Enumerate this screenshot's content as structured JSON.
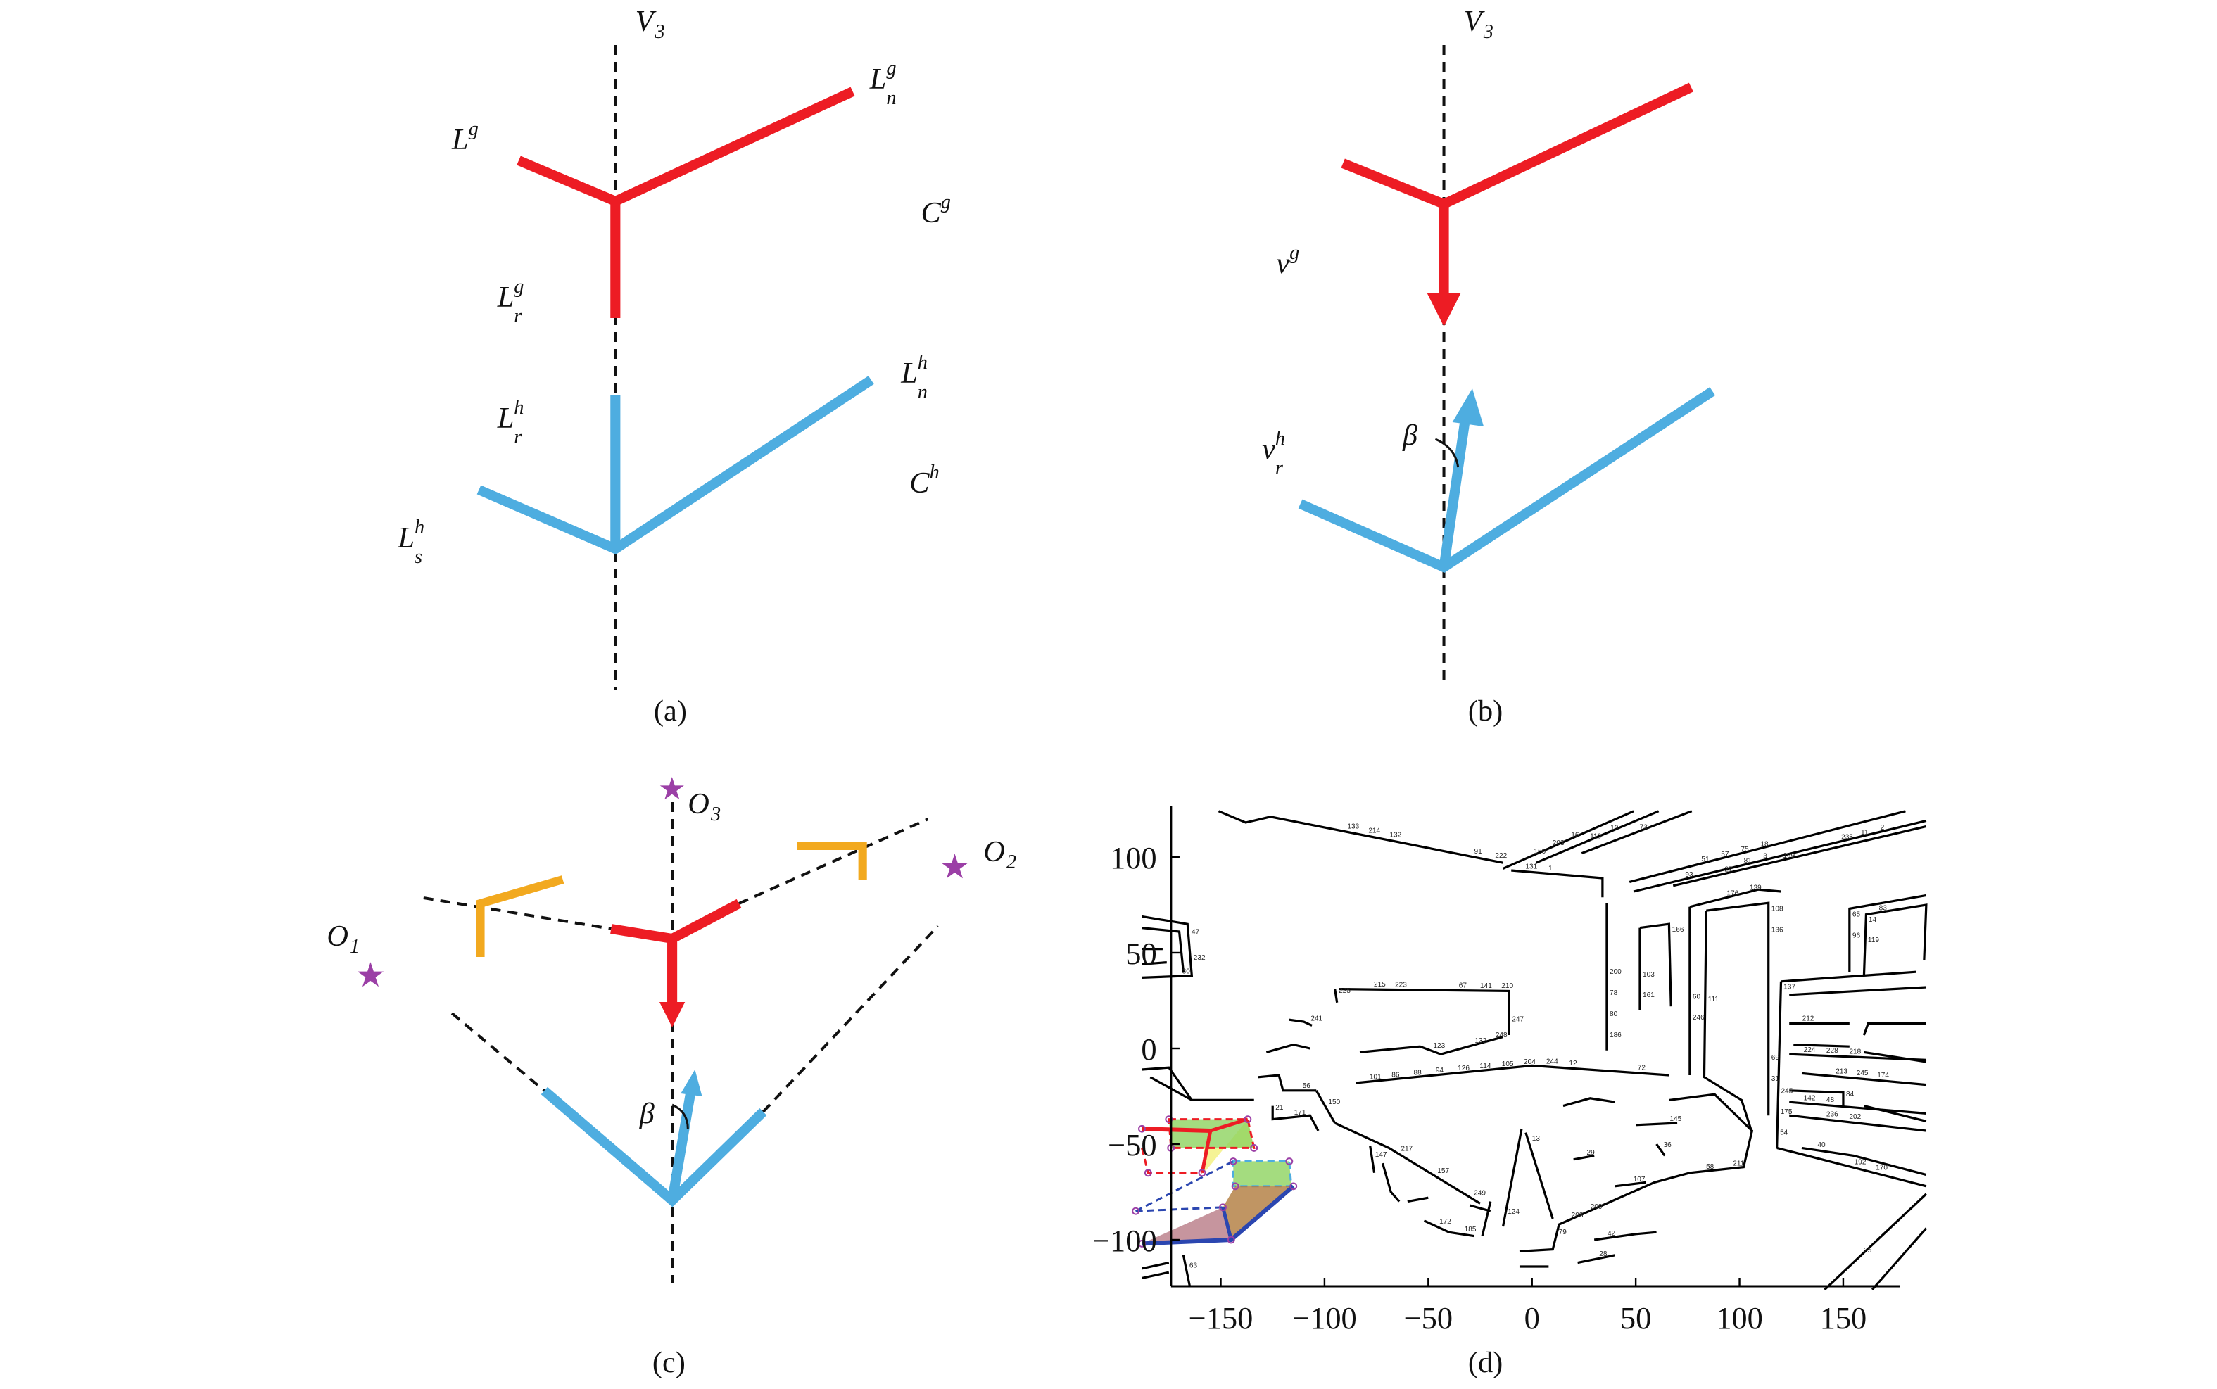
{
  "panel_a": {
    "caption": "(a)",
    "labels": {
      "V3": {
        "base": "V",
        "sub": "3",
        "sup": ""
      },
      "Lg": {
        "base": "L",
        "sub": "",
        "sup": "g"
      },
      "Lng": {
        "base": "L",
        "sub": "n",
        "sup": "g"
      },
      "Cg": {
        "base": "C",
        "sub": "",
        "sup": "g"
      },
      "Lrg": {
        "base": "L",
        "sub": "r",
        "sup": "g"
      },
      "Lnh": {
        "base": "L",
        "sub": "n",
        "sup": "h"
      },
      "Lrh": {
        "base": "L",
        "sub": "r",
        "sup": "h"
      },
      "Ch": {
        "base": "C",
        "sub": "",
        "sup": "h"
      },
      "Lsh": {
        "base": "L",
        "sub": "s",
        "sup": "h"
      }
    }
  },
  "panel_b": {
    "caption": "(b)",
    "labels": {
      "V3": {
        "base": "V",
        "sub": "3",
        "sup": ""
      },
      "vg": {
        "base": "v",
        "sub": "",
        "sup": "g"
      },
      "vrh": {
        "base": "v",
        "sub": "r",
        "sup": "h"
      },
      "beta": {
        "base": "β",
        "sub": "",
        "sup": ""
      }
    }
  },
  "panel_c": {
    "caption": "(c)",
    "labels": {
      "O1": {
        "base": "O",
        "sub": "1",
        "sup": ""
      },
      "O2": {
        "base": "O",
        "sub": "2",
        "sup": ""
      },
      "O3": {
        "base": "O",
        "sub": "3",
        "sup": ""
      },
      "beta": {
        "base": "β",
        "sub": "",
        "sup": ""
      }
    }
  },
  "panel_d": {
    "caption": "(d)",
    "x_ticks": [
      "−150",
      "−100",
      "−50",
      "0",
      "50",
      "100",
      "150"
    ],
    "y_ticks": [
      "100",
      "50",
      "0",
      "−50",
      "−100"
    ],
    "line_ids": [
      "131",
      "132",
      "1",
      "16",
      "10",
      "11",
      "18",
      "2",
      "3",
      "30",
      "199",
      "204",
      "186",
      "244",
      "88",
      "12",
      "223",
      "247",
      "248",
      "249",
      "58",
      "79",
      "13",
      "139",
      "246",
      "136",
      "31",
      "103",
      "166",
      "161",
      "137",
      "54",
      "228",
      "212",
      "218",
      "174",
      "48",
      "202",
      "40",
      "65",
      "83",
      "150",
      "241",
      "21",
      "225",
      "171",
      "147",
      "29",
      "42",
      "63",
      "214",
      "51",
      "203",
      "110",
      "235",
      "75",
      "47",
      "81",
      "232",
      "78",
      "105",
      "80",
      "141",
      "86",
      "210",
      "215",
      "157",
      "132",
      "209",
      "211",
      "208",
      "124",
      "176",
      "60",
      "108",
      "69",
      "111",
      "192",
      "245",
      "170",
      "175",
      "224",
      "213",
      "84",
      "245",
      "142",
      "236",
      "119",
      "96",
      "14",
      "56",
      "25",
      "28",
      "145",
      "172",
      "36",
      "185",
      "107",
      "91",
      "133",
      "222",
      "160",
      "93",
      "73",
      "57",
      "94",
      "27",
      "126",
      "200",
      "114",
      "72",
      "67",
      "101",
      "217",
      "123"
    ],
    "colors": {
      "red": "#ed1c24",
      "blue": "#4eade0",
      "orange": "#f2a91f",
      "purple": "#9b3fa6"
    }
  }
}
